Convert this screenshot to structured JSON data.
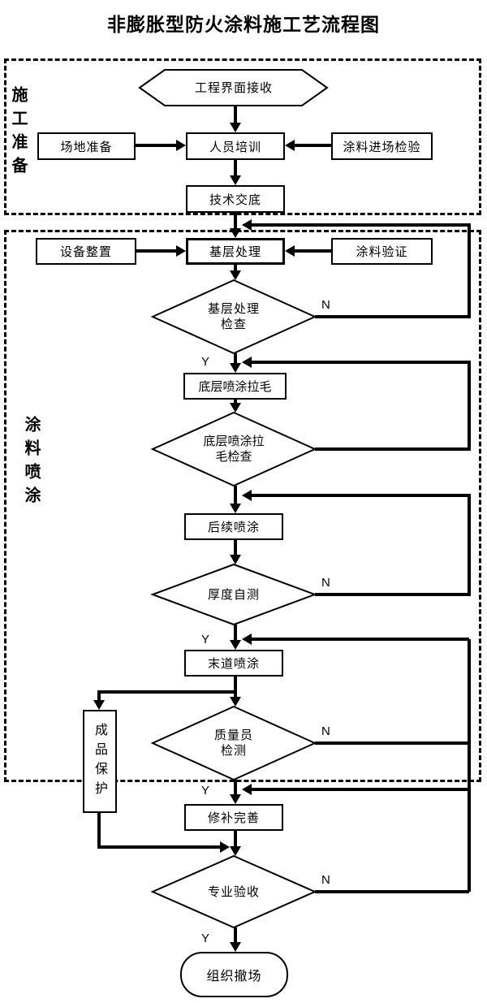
{
  "title": "非膨胀型防火涂料施工艺流程图",
  "colors": {
    "ink": "#000000",
    "background": "#ffffff"
  },
  "sections": {
    "prep_label": "施工准备",
    "spray_label": "涂料喷涂"
  },
  "labels": {
    "yes": "Y",
    "no": "N"
  },
  "nodes": {
    "interface_accept": "工程界面接收",
    "site_prep": "场地准备",
    "personnel_training": "人员培训",
    "coating_entry_inspection": "涂料进场检验",
    "tech_disclosure": "技术交底",
    "equipment_setup": "设备整置",
    "base_treatment": "基层处理",
    "coating_verification": "涂料验证",
    "base_check": {
      "line1": "基层处理",
      "line2": "检查"
    },
    "primer_scratch_spray": "底层喷涂拉毛",
    "primer_scratch_check": {
      "line1": "底层喷涂拉",
      "line2": "毛检查"
    },
    "subsequent_spray": "后续喷涂",
    "thickness_self_test": "厚度自测",
    "final_coat_spray": "末道喷涂",
    "qc_inspection": {
      "line1": "质量员",
      "line2": "检测"
    },
    "product_protection": "成品保护",
    "repair_improve": "修补完善",
    "professional_acceptance": "专业验收",
    "site_withdrawal": "组织撤场"
  }
}
